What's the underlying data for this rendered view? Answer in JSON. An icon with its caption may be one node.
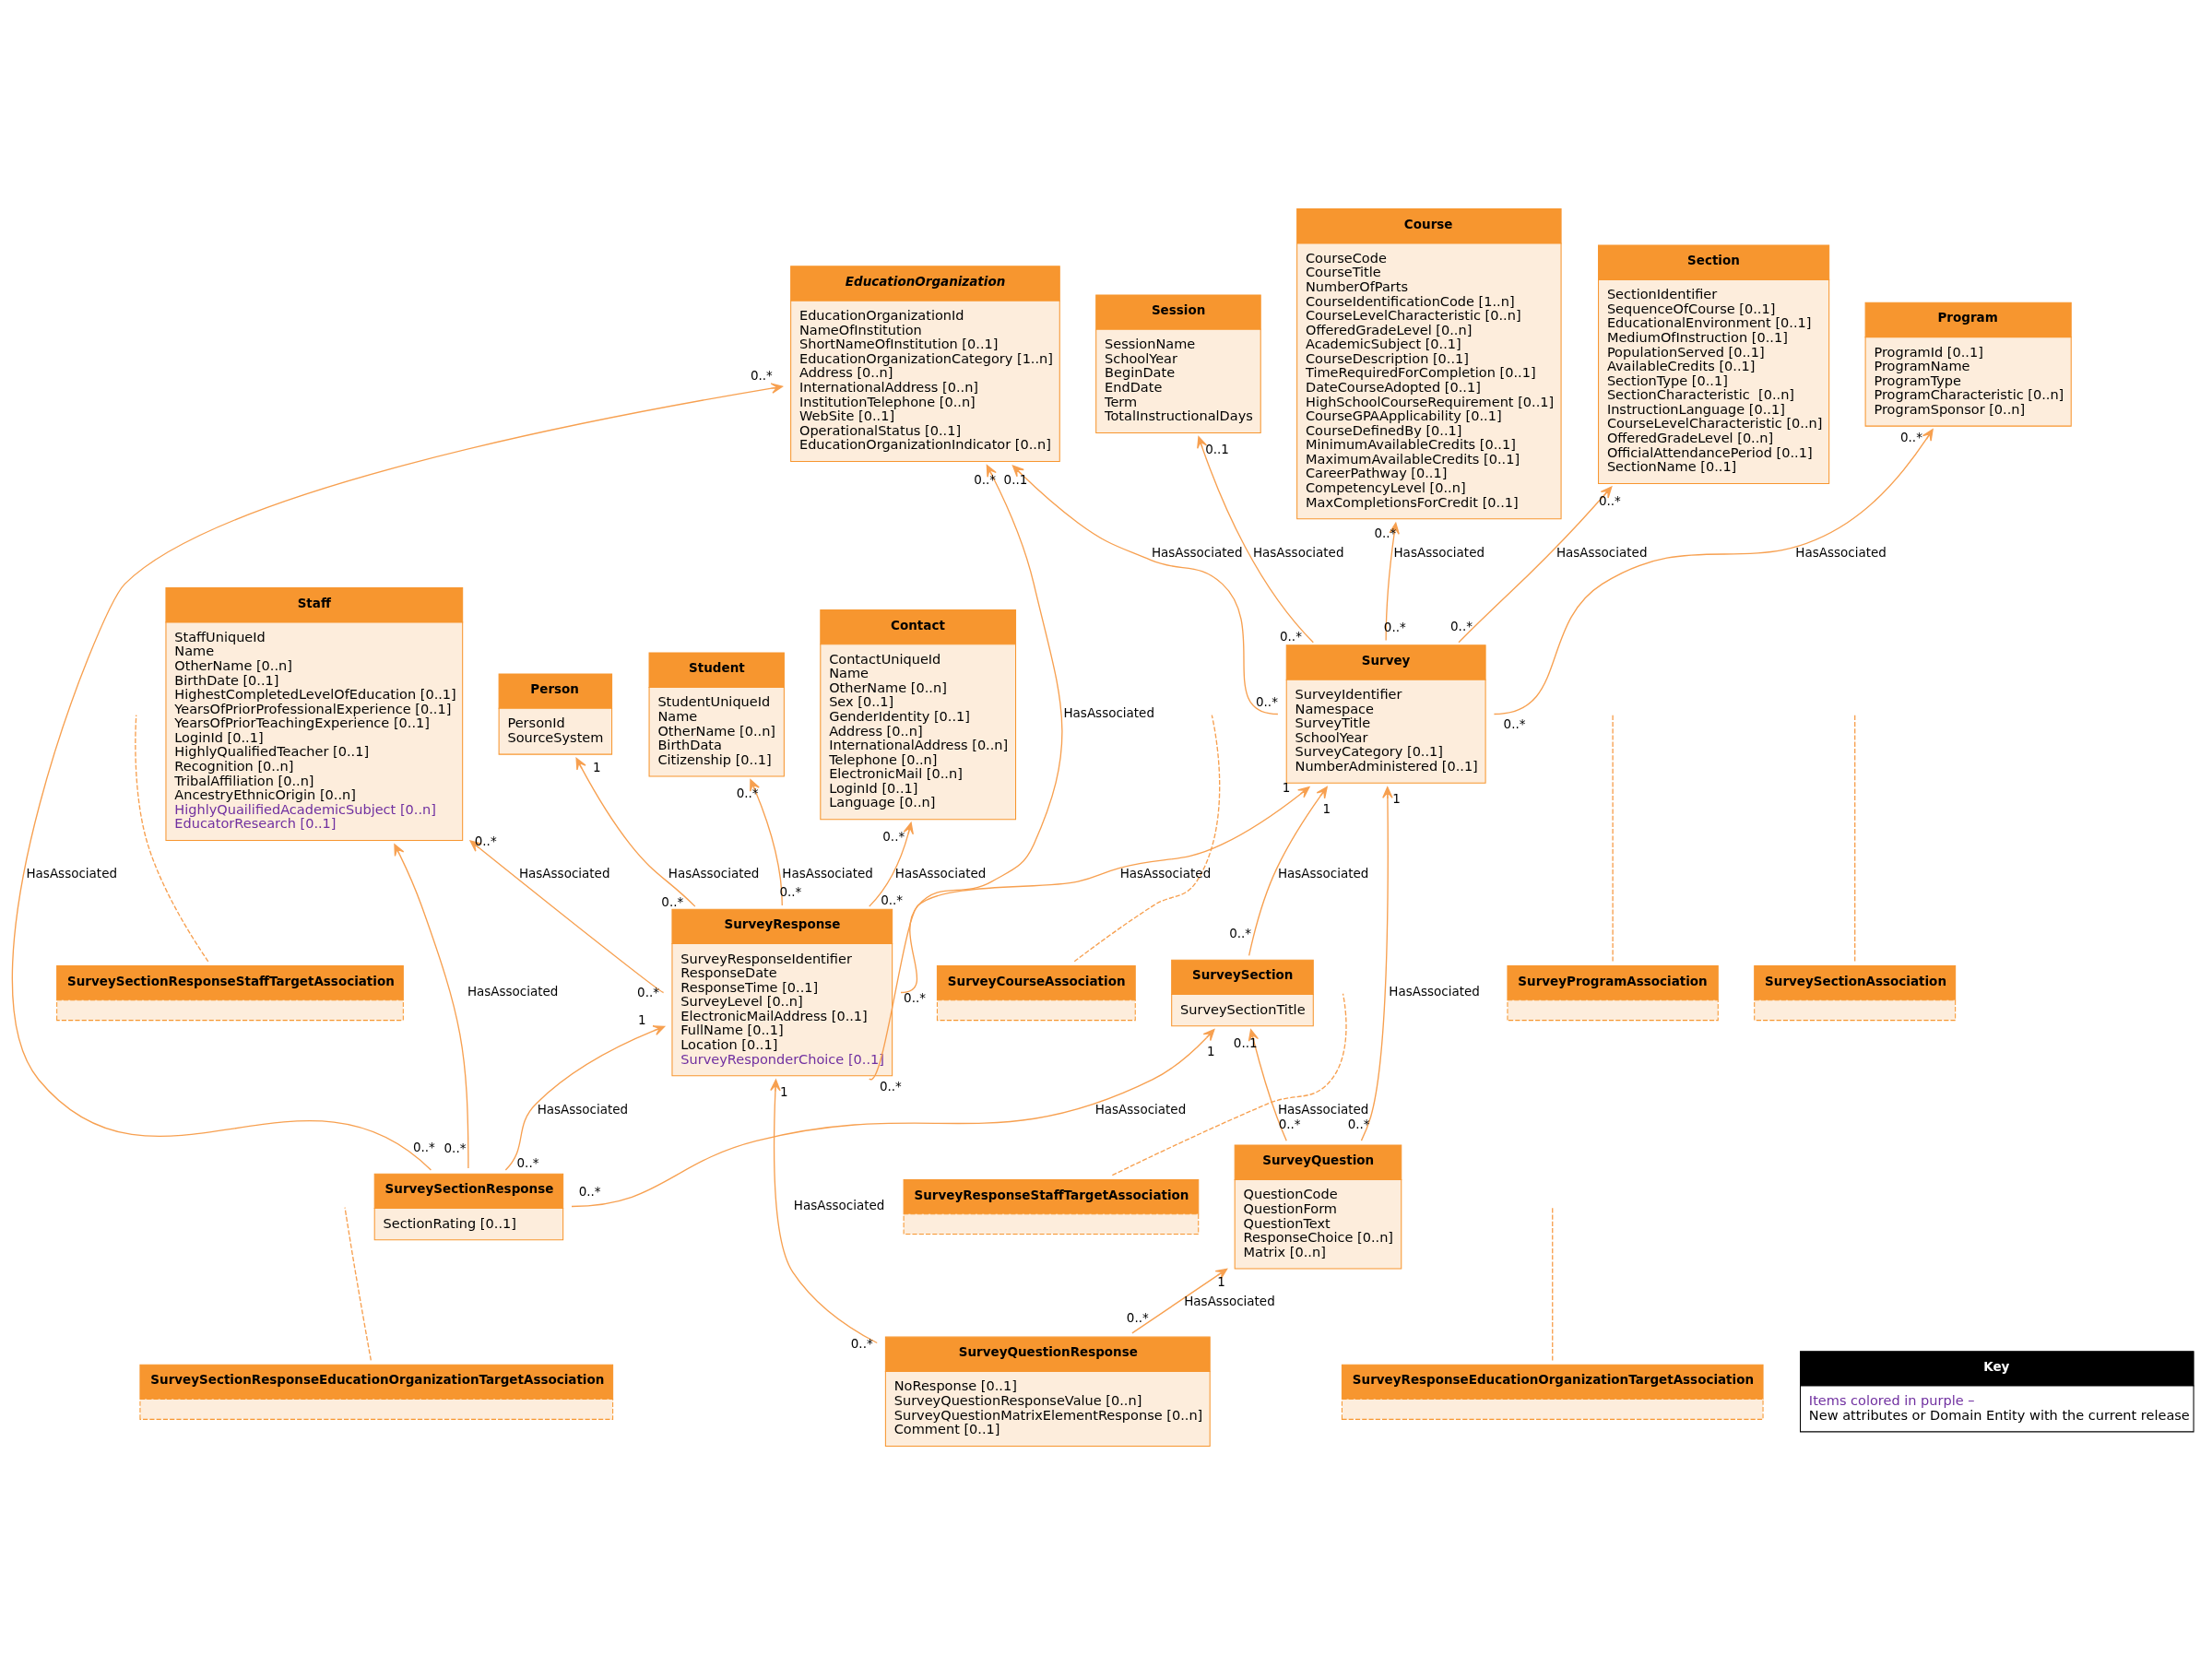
{
  "diagram": {
    "nodes": [
      {
        "text": [
          "SurveyCourseAssociation"
        ]
      },
      {
        "text": [
          "SurveySectionAssociation"
        ]
      },
      {
        "text": [
          "SurveyProgramAssociation"
        ]
      },
      {
        "text": [
          "Course",
          "CourseCode",
          "CourseTitle",
          "NumberOfParts",
          "CourseIdentificationCode [1..n]",
          "CourseLevelCharacteristic [0..n]",
          "OfferedGradeLevel [0..n]",
          "AcademicSubject [0..1]",
          "CourseDescription [0..1]",
          "TimeRequiredForCompletion [0..1]",
          "DateCourseAdopted [0..1]",
          "HighSchoolCourseRequirement [0..1]",
          "CourseGPAApplicability [0..1]",
          "CourseDefinedBy [0..1]",
          "MinimumAvailableCredits [0..1]",
          "MaximumAvailableCredits [0..1]",
          "CareerPathway [0..1]",
          "CompetencyLevel [0..n]",
          "MaxCompletionsForCredit [0..1]"
        ]
      },
      {
        "text": [
          "Section",
          "SectionIdentifier",
          "SequenceOfCourse [0..1]",
          "EducationalEnvironment [0..1]",
          "MediumOfInstruction [0..1]",
          "PopulationServed [0..1]",
          "AvailableCredits [0..1]",
          "SectionType [0..1]",
          "SectionCharacteristic  [0..n]",
          "InstructionLanguage [0..1]",
          "CourseLevelCharacteristic [0..n]",
          "OfferedGradeLevel [0..n]",
          "OfficialAttendancePeriod [0..1]",
          "SectionName [0..1]"
        ]
      },
      {
        "text": [
          "Program",
          "ProgramId [0..1]",
          "ProgramName",
          "ProgramType",
          "ProgramCharacteristic [0..n]",
          "ProgramSponsor [0..n]"
        ]
      },
      {
        "text": [
          "Person",
          "PersonId",
          "SourceSystem"
        ]
      },
      {
        "text": [
          "Survey",
          "SurveyIdentifier",
          "Namespace",
          "SurveyTitle",
          "SchoolYear",
          "SurveyCategory [0..1]",
          "NumberAdministered [0..1]"
        ]
      },
      {
        "text": [
          "Session",
          "SessionName",
          "SchoolYear",
          "BeginDate",
          "EndDate",
          "Term",
          "TotalInstructionalDays"
        ]
      },
      {
        "text": [
          "SurveyResponse",
          "SurveyResponseIdentifier",
          "ResponseDate",
          "ResponseTime [0..1]",
          "SurveyLevel [0..n]",
          "ElectronicMailAddress [0..1]",
          "FullName [0..1]",
          "Location [0..1]",
          "SurveyResponderChoice [0..1]"
        ]
      },
      {
        "text": [
          "Student",
          "StudentUniqueId",
          "Name",
          "OtherName [0..n]",
          "BirthData",
          "Citizenship [0..1]"
        ]
      },
      {
        "text": [
          "Contact",
          "ContactUniqueId",
          "Name",
          "OtherName [0..n]",
          "Sex [0..1]",
          "GenderIdentity [0..1]",
          "Address [0..n]",
          "InternationalAddress [0..n]",
          "Telephone [0..n]",
          "ElectronicMail [0..n]",
          "LoginId [0..1]",
          "Language [0..n]"
        ]
      },
      {
        "text": [
          "EducationOrganization",
          "EducationOrganizationId",
          "NameOfInstitution",
          "ShortNameOfInstitution [0..1]",
          "EducationOrganizationCategory [1..n]",
          "Address [0..n]",
          "InternationalAddress [0..n]",
          "InstitutionTelephone [0..n]",
          "WebSite [0..1]",
          "OperationalStatus [0..1]",
          "EducationOrganizationIndicator [0..n]"
        ]
      },
      {
        "text": [
          "SurveySection",
          "SurveySectionTitle"
        ]
      },
      {
        "text": [
          "SurveySectionResponse",
          "SectionRating [0..1]"
        ]
      },
      {
        "text": [
          "SurveyQuestion",
          "QuestionCode",
          "QuestionForm",
          "QuestionText",
          "ResponseChoice [0..n]",
          "Matrix [0..n]"
        ]
      },
      {
        "text": [
          "SurveyQuestionResponse",
          "NoResponse [0..1]",
          "SurveyQuestionResponseValue [0..n]",
          "SurveyQuestionMatrixElementResponse [0..n]",
          "Comment [0..1]"
        ]
      },
      {
        "text": [
          "Staff",
          "StaffUniqueId",
          "Name",
          "OtherName [0..n]",
          "BirthDate [0..1]",
          "HighestCompletedLevelOfEducation [0..1]",
          "YearsOfPriorProfessionalExperience [0..1]",
          "YearsOfPriorTeachingExperience [0..1]",
          "LoginId [0..1]",
          "HighlyQualifiedTeacher [0..1]",
          "Recognition [0..n]",
          "TribalAffiliation [0..n]",
          "AncestryEthnicOrigin [0..n]",
          "HighlyQuailifiedAcademicSubject [0..n]",
          "EducatorResearch [0..1]"
        ]
      },
      {
        "text": [
          "SurveySectionResponseEducationOrganizationTargetAssociation"
        ]
      },
      {
        "text": [
          "SurveyResponseEducationOrganizationTargetAssociation"
        ]
      },
      {
        "text": [
          "SurveyResponseStaffTargetAssociation"
        ]
      },
      {
        "text": [
          "SurveySectionResponseStaffTargetAssociation"
        ]
      },
      {
        "text": [
          "Key",
          "Items colored in purple –",
          "New attributes or Domain Entity with the current release"
        ]
      }
    ],
    "edges": [
      {
        "from": 7,
        "to": 3,
        "arrow": "to",
        "label": "HasAssociated"
      },
      {
        "from": 7,
        "to": 5,
        "arrow": "to",
        "label": "HasAssociated"
      },
      {
        "from": 7,
        "to": 4,
        "arrow": "to",
        "label": "HasAssociated"
      },
      {
        "from": 7,
        "to": 8,
        "arrow": "to",
        "label": "HasAssociated"
      },
      {
        "from": 7,
        "to": 12,
        "arrow": "to",
        "label": "HasAssociated"
      },
      {
        "from": 9,
        "to": 7,
        "arrow": "to",
        "label": "HasAssociated"
      },
      {
        "from": 15,
        "to": 7,
        "arrow": "to",
        "label": "HasAssociated"
      },
      {
        "from": 13,
        "to": 7,
        "arrow": "to",
        "label": "HasAssociated"
      },
      {
        "from": 9,
        "to": 12,
        "arrow": "to",
        "label": "HasAssociated"
      },
      {
        "from": 14,
        "to": 9,
        "arrow": "to",
        "label": "HasAssociated"
      },
      {
        "from": 16,
        "to": 9,
        "arrow": "to",
        "label": "HasAssociated"
      },
      {
        "from": 14,
        "to": 13,
        "arrow": "to",
        "label": "HasAssociated"
      },
      {
        "from": 15,
        "to": 13,
        "arrow": "to",
        "label": "HasAssociated"
      },
      {
        "from": 14,
        "to": 12,
        "arrow": "to",
        "label": "HasAssociated"
      },
      {
        "from": 16,
        "to": 15,
        "arrow": "to",
        "label": "HasAssociated"
      },
      {
        "from": 9,
        "to": 6,
        "arrow": "to",
        "label": "HasAssociated"
      },
      {
        "from": 9,
        "to": 10,
        "arrow": "to",
        "label": "HasAssociated"
      },
      {
        "from": 9,
        "to": 11,
        "arrow": "to",
        "label": "HasAssociated"
      },
      {
        "from": 9,
        "to": 17,
        "arrow": "to",
        "label": "HasAssociated"
      },
      {
        "from": 14,
        "to": 17,
        "arrow": "to",
        "label": "HasAssociated"
      },
      {
        "from": 0,
        "to": null,
        "arrow": "none",
        "style": "dashed"
      },
      {
        "from": 2,
        "to": null,
        "arrow": "none",
        "style": "dashed"
      },
      {
        "from": 1,
        "to": null,
        "arrow": "none",
        "style": "dashed"
      },
      {
        "from": 18,
        "to": null,
        "arrow": "none",
        "style": "dashed"
      },
      {
        "from": 19,
        "to": null,
        "arrow": "none",
        "style": "dashed"
      },
      {
        "from": 20,
        "to": null,
        "arrow": "none",
        "style": "dashed"
      },
      {
        "from": 21,
        "to": null,
        "arrow": "none",
        "style": "dashed"
      }
    ],
    "labels": [
      "0..*",
      "0..*",
      "0..*",
      "0..*",
      "0..*",
      "0..*",
      "0..*",
      "0..1",
      "0..*",
      "0..1",
      "0..*",
      "1",
      "0..*",
      "1",
      "0..*",
      "1",
      "0..*",
      "0..*",
      "0..*",
      "1",
      "0..*",
      "1",
      "0..*",
      "1",
      "0..*",
      "0..1",
      "0..*",
      "0..*",
      "0..*",
      "1",
      "0..*",
      "1",
      "0..*",
      "0..*",
      "0..*",
      "0..*",
      "0..*",
      "0..*",
      "0..*"
    ]
  }
}
